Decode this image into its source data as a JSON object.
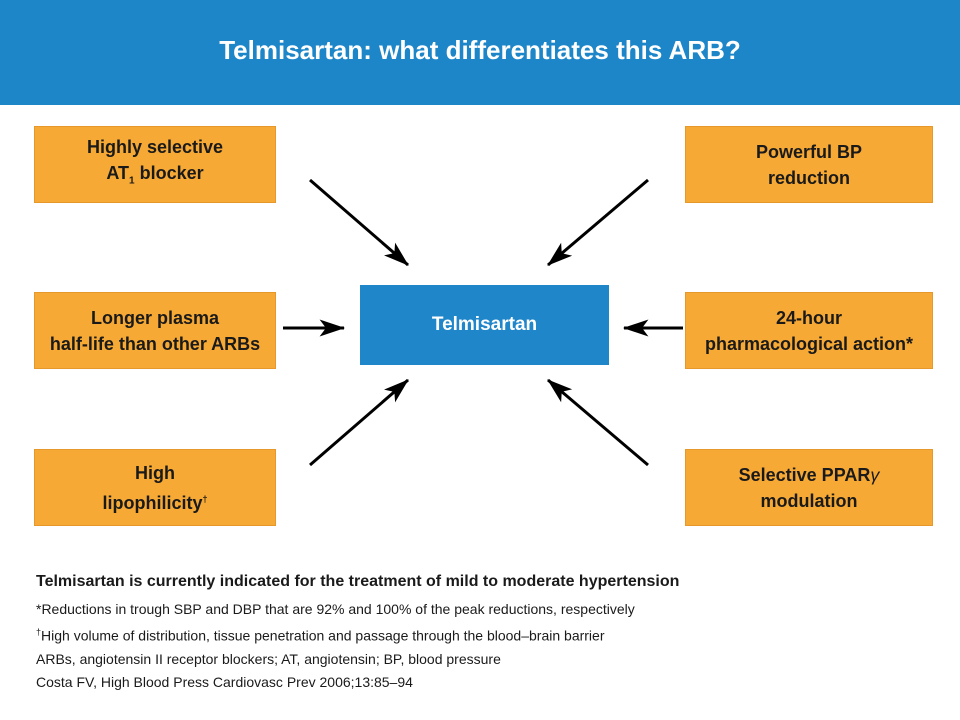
{
  "header": {
    "title": "Telmisartan:  what differentiates this ARB?"
  },
  "center": {
    "label": "Telmisartan"
  },
  "boxes": {
    "top_left": {
      "line1": "Highly selective",
      "line2_pre": "AT",
      "line2_sub": "1",
      "line2_post": " blocker"
    },
    "top_right": {
      "line1": "Powerful BP",
      "line2": "reduction"
    },
    "mid_left": {
      "line1": "Longer plasma",
      "line2": "half-life than other ARBs"
    },
    "mid_right": {
      "line1": "24-hour",
      "line2": "pharmacological action*"
    },
    "bottom_left": {
      "line1": "High",
      "line2": "lipophilicity",
      "line2_sup": "†"
    },
    "bottom_right": {
      "line1_pre": "Selective PPAR",
      "line1_symbol": "γ",
      "line2": "modulation"
    }
  },
  "footer": {
    "main": "Telmisartan is currently indicated for the treatment of mild to moderate hypertension",
    "note1": "*Reductions in trough SBP and DBP that are 92% and 100% of the peak reductions, respectively",
    "note2_mark": "†",
    "note2": "High volume of distribution, tissue penetration and passage through the blood–brain barrier",
    "note3": "ARBs,  angiotensin II receptor blockers;  AT, angiotensin;  BP, blood pressure",
    "note4": "Costa FV, High Blood Press Cardiovasc Prev 2006;13:85–94"
  },
  "colors": {
    "header": "#1d86c8",
    "box": "#f7a935",
    "center": "#1f86c9",
    "arrow": "#000000"
  }
}
